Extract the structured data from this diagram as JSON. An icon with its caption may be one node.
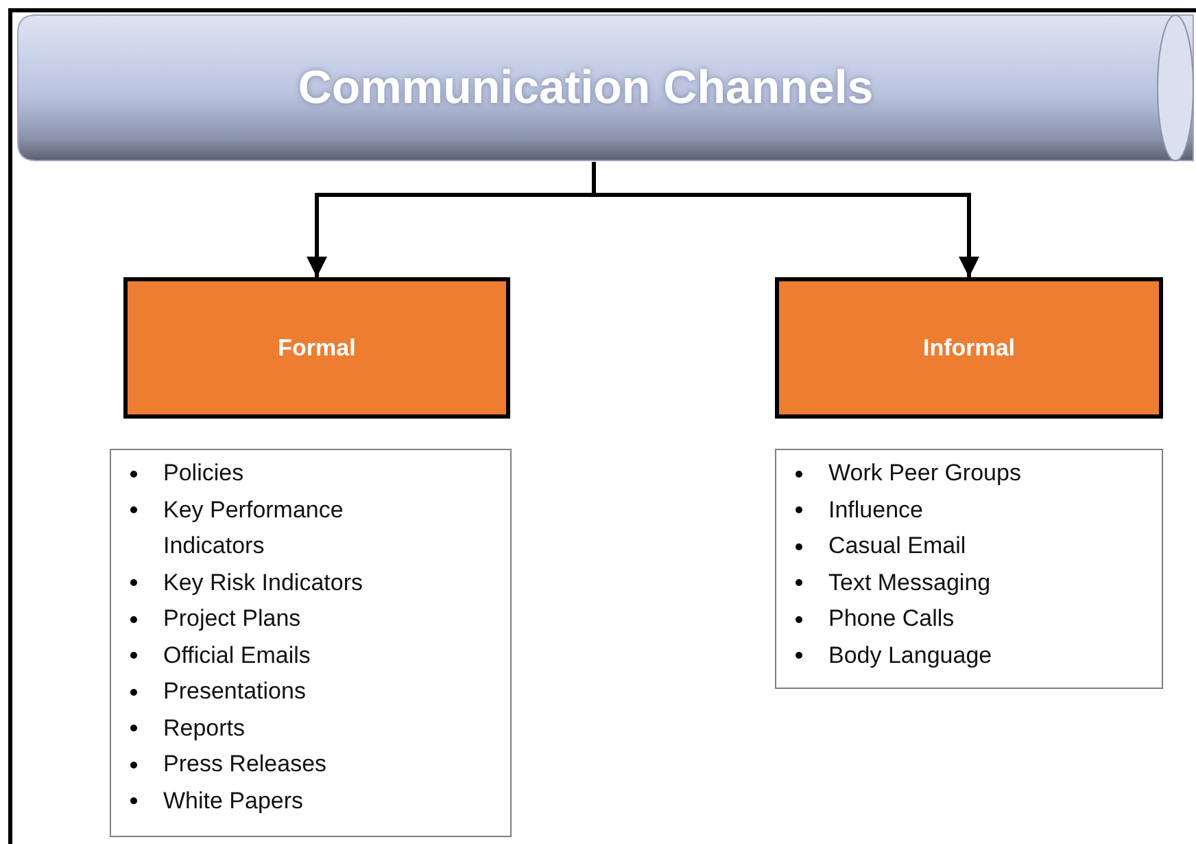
{
  "diagram": {
    "nodes": [
      {
        "text": [
          "Communication Channels"
        ]
      },
      {
        "text": [
          "Formal"
        ]
      },
      {
        "text": [
          "Informal"
        ]
      },
      {
        "text": [
          "Policies",
          "Key Performance Indicators",
          "Key Risk Indicators",
          "Project Plans",
          "Official Emails",
          "Presentations",
          "Reports",
          "Press Releases",
          "White Papers"
        ]
      },
      {
        "text": [
          "Work Peer Groups",
          "Influence",
          "Casual Email",
          "Text Messaging",
          "Phone Calls",
          "Body Language"
        ]
      }
    ],
    "edges": [
      {
        "from": 0,
        "to": 1,
        "arrow": "to"
      },
      {
        "from": 0,
        "to": 2,
        "arrow": "to"
      }
    ]
  }
}
